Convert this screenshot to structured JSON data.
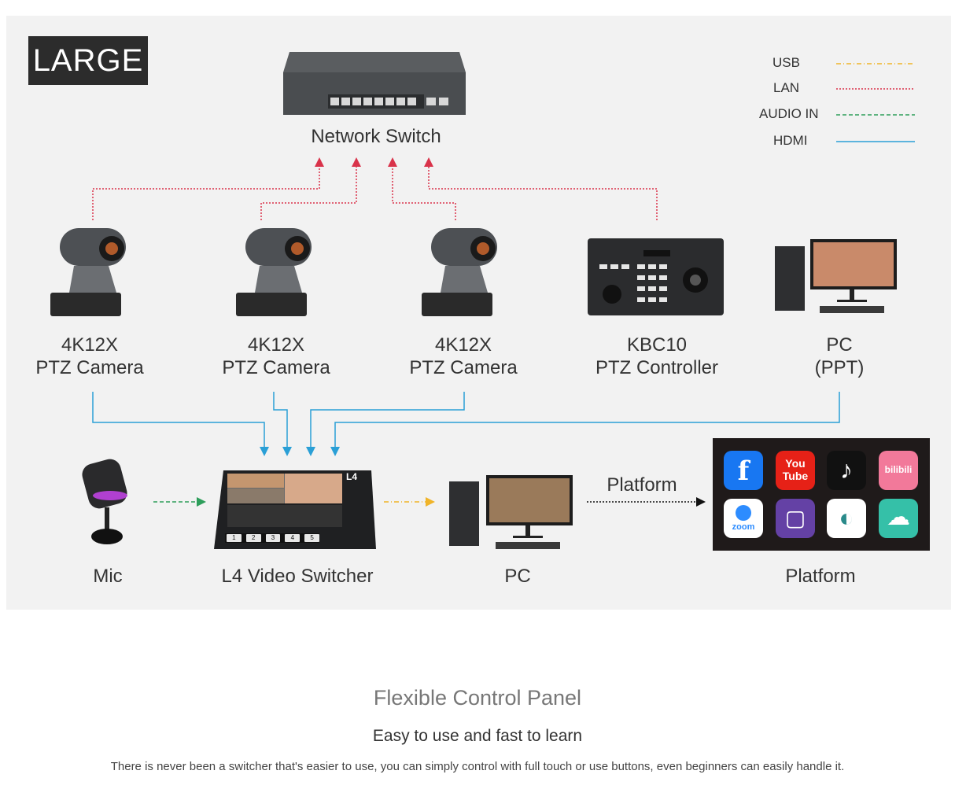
{
  "badge": "LARGE",
  "legend": [
    {
      "label": "USB",
      "color": "#f0b429",
      "style": "dashdot"
    },
    {
      "label": "LAN",
      "color": "#d9334a",
      "style": "dotted"
    },
    {
      "label": "AUDIO IN",
      "color": "#2e9e5b",
      "style": "dashed"
    },
    {
      "label": "HDMI",
      "color": "#2a9fd6",
      "style": "solid"
    }
  ],
  "network_switch": {
    "label": "Network Switch"
  },
  "cameras": [
    {
      "line1": "4K12X",
      "line2": "PTZ Camera"
    },
    {
      "line1": "4K12X",
      "line2": "PTZ Camera"
    },
    {
      "line1": "4K12X",
      "line2": "PTZ Camera"
    }
  ],
  "controller": {
    "line1": "KBC10",
    "line2": "PTZ Controller"
  },
  "pc_ppt": {
    "line1": "PC",
    "line2": "(PPT)"
  },
  "mic": {
    "label": "Mic"
  },
  "switcher": {
    "label": "L4 Video Switcher",
    "badge": "L4",
    "buttons": [
      "1",
      "2",
      "3",
      "4",
      "5"
    ]
  },
  "pc_out": {
    "label": "PC"
  },
  "platform_arrow_label": "Platform",
  "platform": {
    "label": "Platform",
    "apps": [
      {
        "name": "f",
        "color": "#1877f2"
      },
      {
        "name": "You Tube",
        "color": "#e62117"
      },
      {
        "name": "♪",
        "color": "#111111"
      },
      {
        "name": "bilibili",
        "color": "#f2799a"
      },
      {
        "name": "zoom",
        "color": "#ffffff"
      },
      {
        "name": "▢",
        "color": "#6441a5"
      },
      {
        "name": "◐",
        "color": "#ffffff"
      },
      {
        "name": "☁",
        "color": "#35c0a8"
      }
    ]
  },
  "footer": {
    "title": "Flexible Control Panel",
    "subtitle": "Easy to use and fast to learn",
    "description": "There is never been a switcher that's easier to use, you can simply control with full touch or use buttons, even beginners can easily handle it."
  }
}
